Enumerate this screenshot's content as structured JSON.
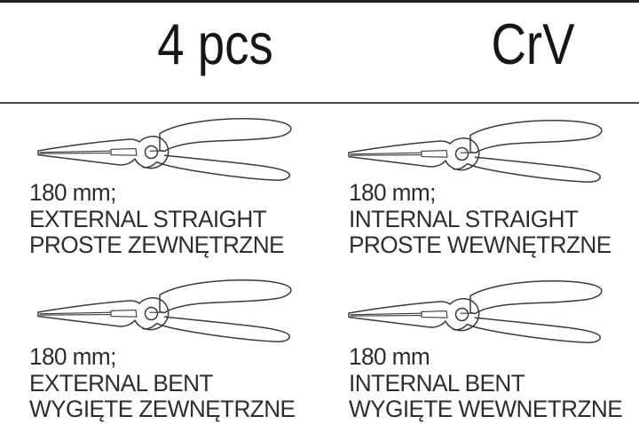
{
  "header": {
    "quantity": "4 pcs",
    "material": "CrV"
  },
  "products": [
    {
      "size": "180 mm;",
      "type_en": "EXTERNAL STRAIGHT",
      "type_pl": "PROSTE ZEWNĘTRZNE"
    },
    {
      "size": "180 mm;",
      "type_en": "INTERNAL STRAIGHT",
      "type_pl": "PROSTE WEWNĘTRZNE"
    },
    {
      "size": "180 mm;",
      "type_en": "EXTERNAL BENT",
      "type_pl": "WYGIĘTE ZEWNĘTRZNE"
    },
    {
      "size": "180 mm",
      "type_en": "INTERNAL BENT",
      "type_pl": "WYGIĘTE WEWNETRZNE"
    }
  ],
  "illustration": {
    "name": "circlip-pliers-line-drawing",
    "count": 4
  },
  "colors": {
    "line": "#3a3a3a",
    "text": "#2e2e2e",
    "header": "#161616",
    "border": "#1f1f1f",
    "separator": "#4a4a4a",
    "bg": "#ffffff"
  }
}
